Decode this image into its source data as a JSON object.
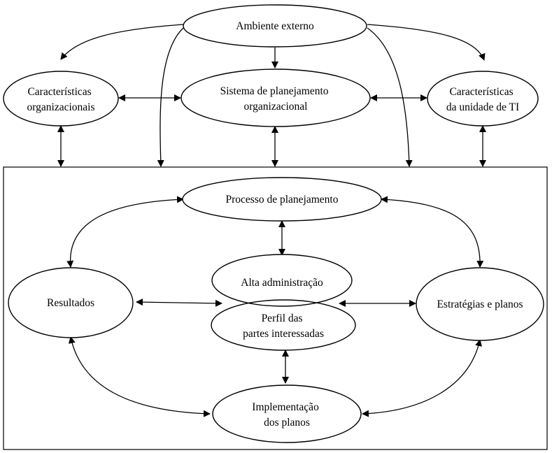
{
  "nodes": {
    "ambiente_externo": [
      "Ambiente externo"
    ],
    "caracteristicas_organizacionais": [
      "Características",
      "organizacionais"
    ],
    "sistema_planejamento": [
      "Sistema de planejamento",
      "organizacional"
    ],
    "caracteristicas_unidade_ti": [
      "Características",
      "da unidade de TI"
    ],
    "processo_planejamento": [
      "Processo de planejamento"
    ],
    "alta_administracao": [
      "Alta administração"
    ],
    "perfil_partes": [
      "Perfil das",
      "partes interessadas"
    ],
    "resultados": [
      "Resultados"
    ],
    "estrategias_planos": [
      "Estratégias e planos"
    ],
    "implementacao_planos": [
      "Implementação",
      "dos planos"
    ]
  }
}
